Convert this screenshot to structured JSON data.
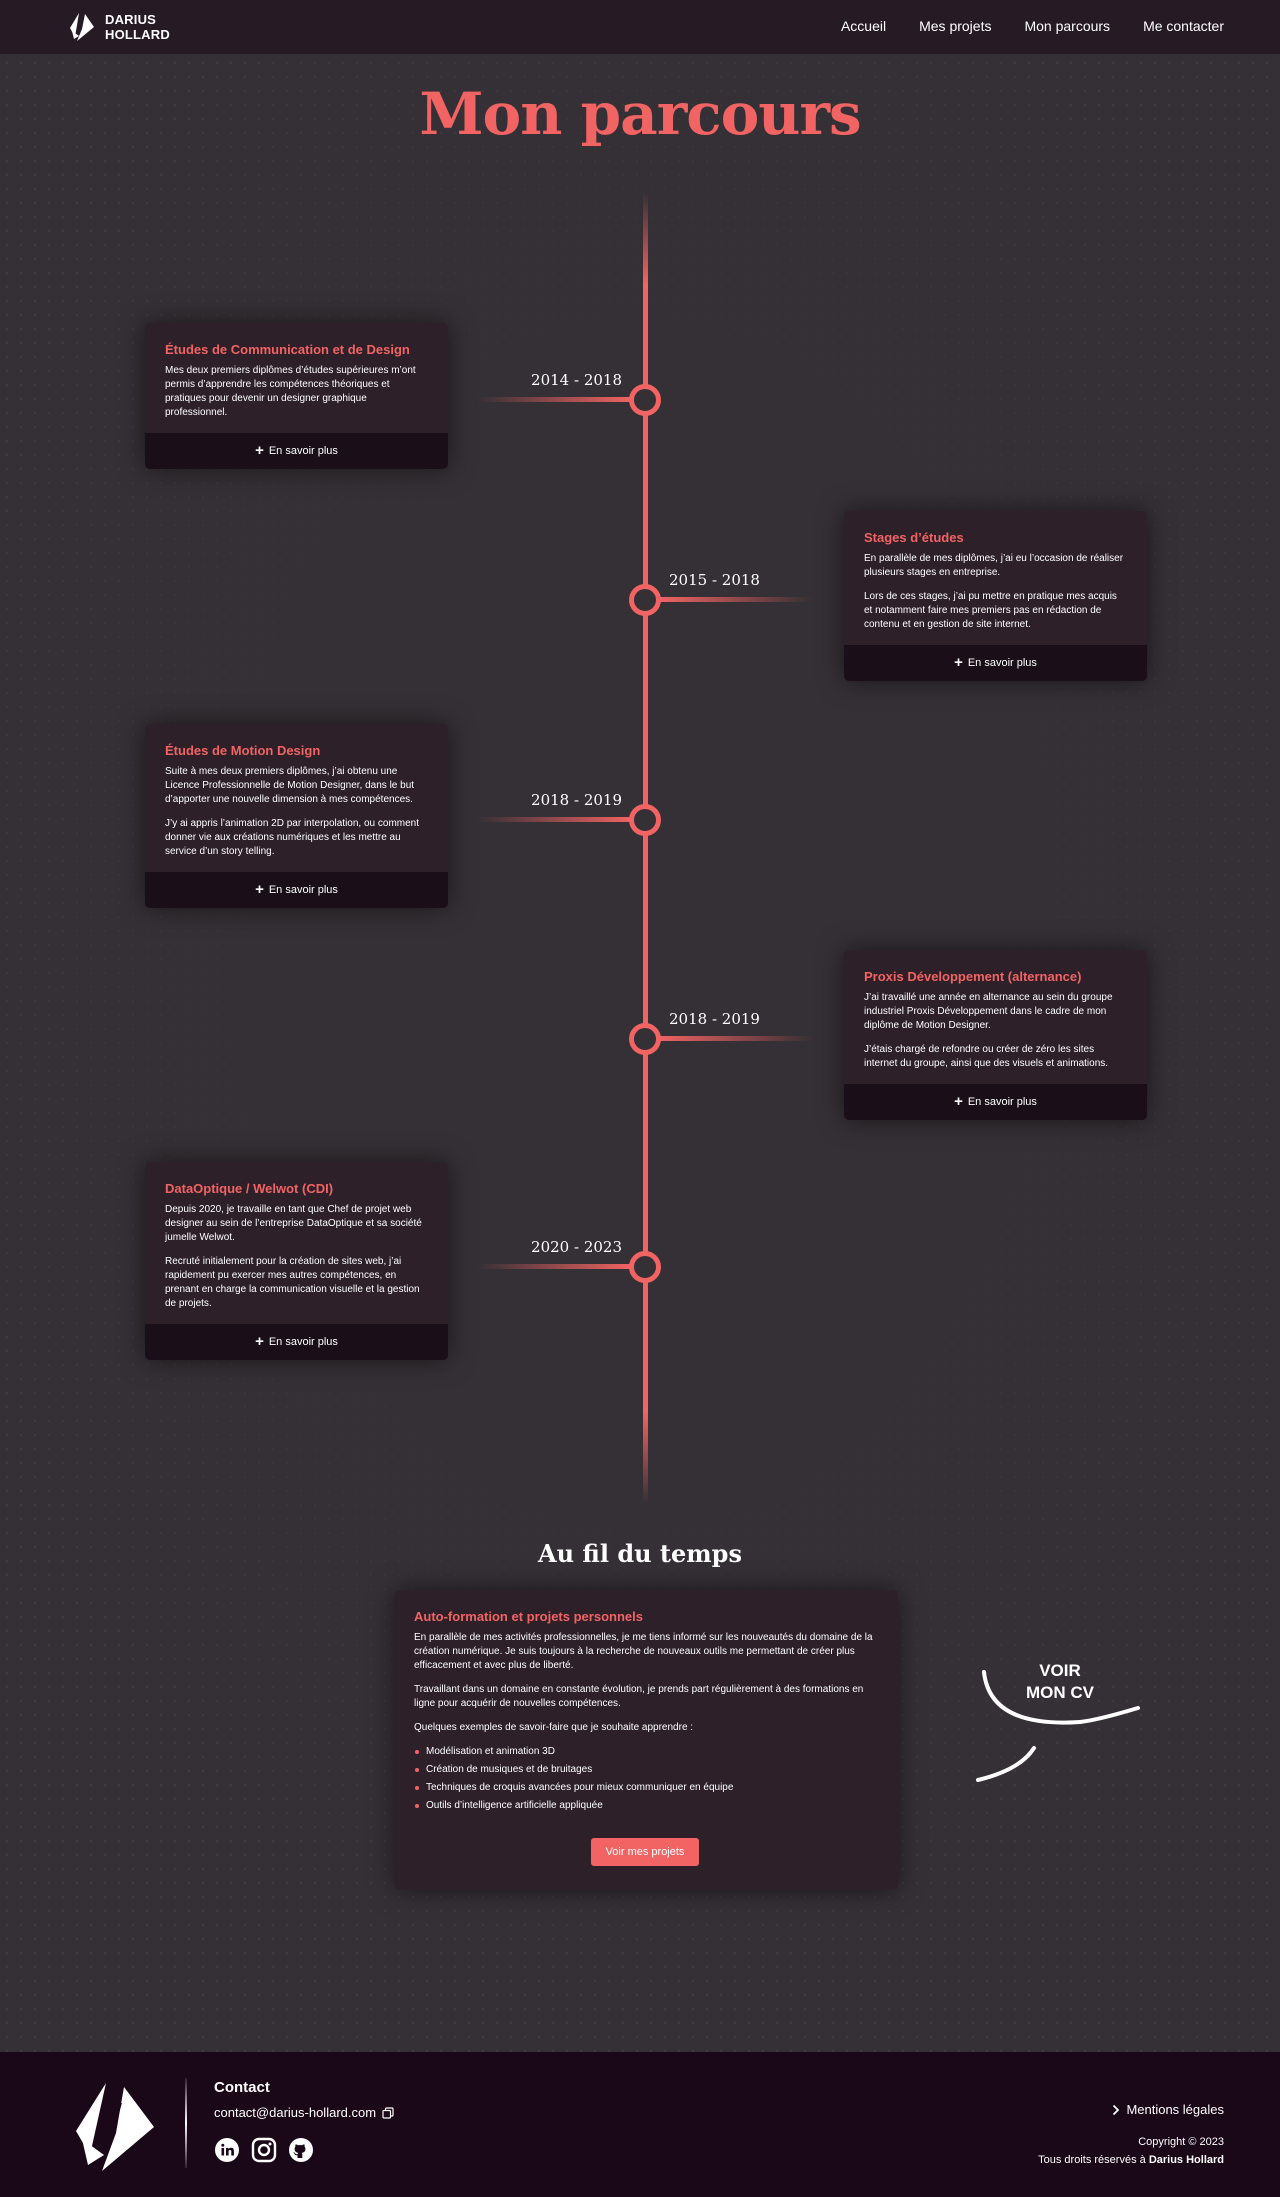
{
  "header": {
    "logo": {
      "line1": "DARIUS",
      "line2": "HOLLARD"
    },
    "nav": [
      "Accueil",
      "Mes projets",
      "Mon parcours",
      "Me contacter"
    ]
  },
  "page_title": "Mon parcours",
  "timeline": [
    {
      "date": "2014 - 2018",
      "title": "Études de Communication et de Design",
      "paragraphs": [
        "Mes deux premiers diplômes d’études supérieures m’ont permis d’apprendre les compétences théoriques et pratiques pour devenir un designer graphique professionnel."
      ],
      "button": "En savoir plus"
    },
    {
      "date": "2015 - 2018",
      "title": "Stages d’études",
      "paragraphs": [
        "En parallèle de mes diplômes, j’ai eu l’occasion de réaliser plusieurs stages en entreprise.",
        "Lors de ces stages, j’ai pu mettre en pratique mes acquis et notamment faire mes premiers pas en rédaction de contenu et en gestion de site internet."
      ],
      "button": "En savoir plus"
    },
    {
      "date": "2018 - 2019",
      "title": "Études de Motion Design",
      "paragraphs": [
        "Suite à mes deux premiers diplômes, j’ai obtenu une Licence Professionnelle de Motion Designer, dans le but d’apporter une nouvelle dimension à mes compétences.",
        "J’y ai appris l’animation 2D par interpolation, ou comment donner vie aux créations numériques et les mettre au service d’un story telling."
      ],
      "button": "En savoir plus"
    },
    {
      "date": "2018 - 2019",
      "title": "Proxis Développement (alternance)",
      "paragraphs": [
        "J’ai travaillé une année en alternance au sein du groupe industriel Proxis Développement dans le cadre de mon diplôme de Motion Designer.",
        "J’étais chargé de refondre ou créer de zéro les sites internet du groupe, ainsi que des visuels et animations."
      ],
      "button": "En savoir plus"
    },
    {
      "date": "2020 - 2023",
      "title": "DataOptique / Welwot (CDI)",
      "paragraphs": [
        "Depuis 2020, je travaille en tant que Chef de projet web designer au sein de l’entreprise DataOptique et sa société jumelle Welwot.",
        "Recruté initialement pour la création de sites web, j’ai rapidement pu exercer mes autres compétences, en prenant en charge la communication visuelle et la gestion de projets."
      ],
      "button": "En savoir plus"
    }
  ],
  "fil": {
    "title": "Au fil du temps",
    "card_title": "Auto-formation et projets personnels",
    "paragraphs": [
      "En parallèle de mes activités professionnelles, je me tiens informé sur les nouveautés du domaine de la création numérique. Je suis toujours à la recherche de nouveaux outils me permettant de créer plus efficacement et avec plus de liberté.",
      "Travaillant dans un domaine en constante évolution, je prends part régulièrement à des formations en ligne pour acquérir de nouvelles compétences.",
      "Quelques exemples de savoir-faire que je souhaite apprendre :"
    ],
    "list": [
      "Modélisation et animation 3D",
      "Création de musiques et de bruitages",
      "Techniques de croquis avancées pour mieux communiquer en équipe",
      "Outils d’intelligence artificielle appliquée"
    ],
    "button": "Voir mes projets"
  },
  "cv": {
    "line1": "VOIR",
    "line2": "MON CV"
  },
  "footer": {
    "contact_title": "Contact",
    "email": "contact@darius-hollard.com",
    "legal": "Mentions légales",
    "copyright": "Copyright © 2023",
    "rights": "Tous droits réservés à",
    "owner": "Darius Hollard",
    "socials": [
      "linkedin-icon",
      "instagram-icon",
      "github-icon"
    ]
  },
  "colors": {
    "accent": "#f26363",
    "background": "#353035",
    "header": "#261b25",
    "card": "#2d2029",
    "footer": "#1a0718"
  }
}
